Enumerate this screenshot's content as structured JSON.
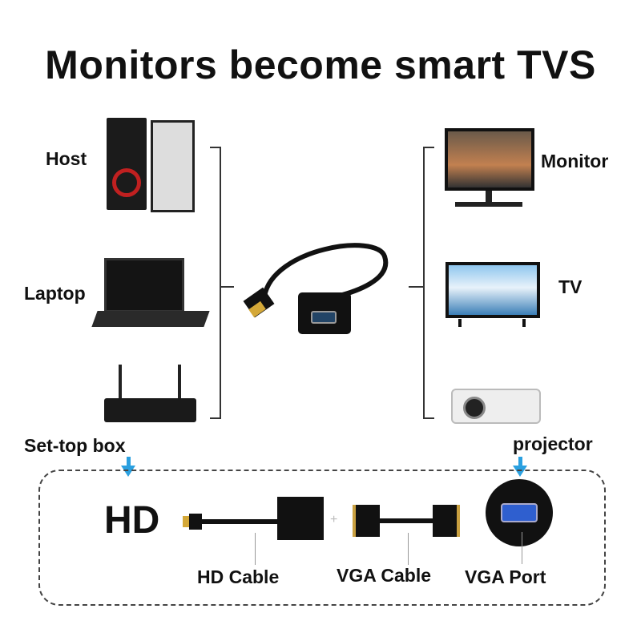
{
  "title": "Monitors become smart TVS",
  "sources": [
    "Host",
    "Laptop",
    "Set-top box"
  ],
  "displays": [
    "Monitor",
    "TV",
    "projector"
  ],
  "diagram": {
    "hd_label": "HD",
    "hd_cable": "HD Cable",
    "vga_cable": "VGA Cable",
    "vga_port": "VGA Port"
  },
  "colors": {
    "arrow": "#2aa0e0",
    "vga_port": "#2f5fcf"
  }
}
